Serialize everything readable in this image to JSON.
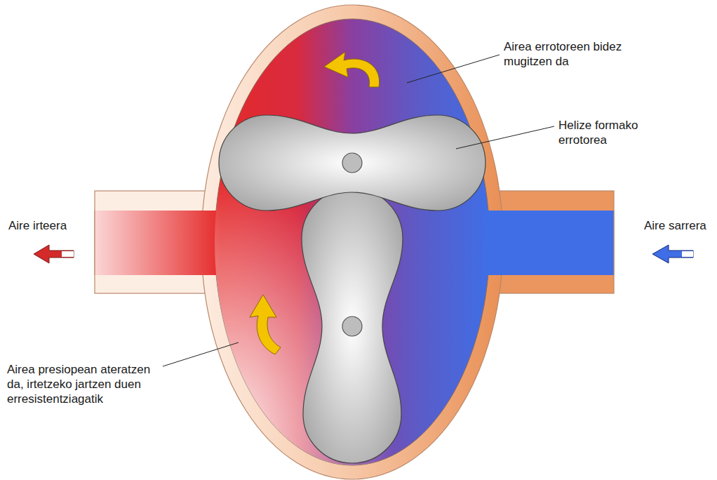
{
  "diagram": {
    "labels": [
      "Airea errotoreen bidez mugitzen da",
      "Helize formako errotorea",
      "Aire irteera",
      "Aire sarrera",
      "Airea presiopean ateratzen da, irtetzeko jartzen duen erresistentziagatik"
    ]
  }
}
